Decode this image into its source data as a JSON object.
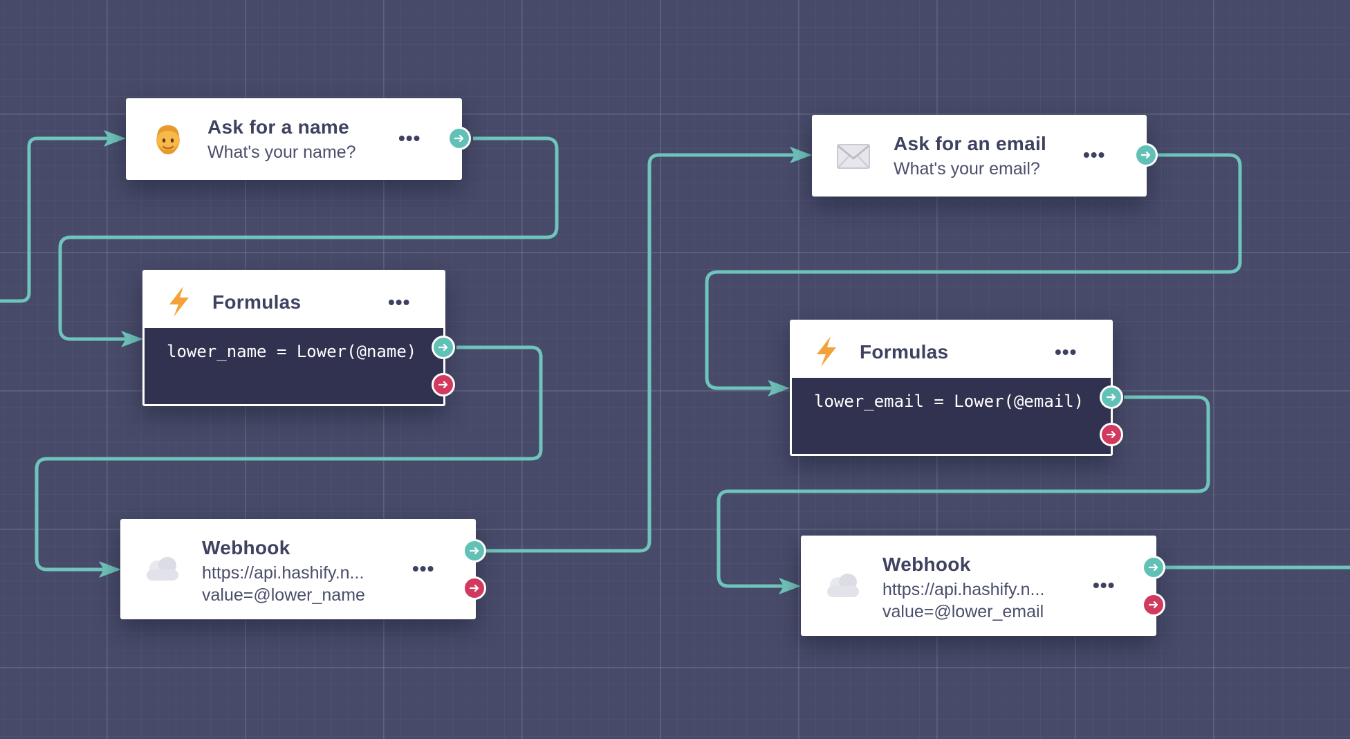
{
  "colors": {
    "canvas": "#474b69",
    "wire": "#6fc4bb",
    "port_success": "#62c1b6",
    "port_error": "#d1395f",
    "code_background": "#30324f",
    "node_background": "#ffffff",
    "formula_icon": "#f5a13a"
  },
  "nodes": {
    "ask_name": {
      "icon": "person-emoji-icon",
      "title": "Ask for a name",
      "subtitle": "What's your name?",
      "more": "•••"
    },
    "formula_name": {
      "icon": "lightning-bolt-icon",
      "title": "Formulas",
      "code": "lower_name = Lower(@name)",
      "more": "•••"
    },
    "webhook_name": {
      "icon": "cloud-icon",
      "title": "Webhook",
      "url": "https://api.hashify.n...",
      "value": "value=@lower_name",
      "more": "•••"
    },
    "ask_email": {
      "icon": "envelope-icon",
      "title": "Ask for an email",
      "subtitle": "What's your email?",
      "more": "•••"
    },
    "formula_email": {
      "icon": "lightning-bolt-icon",
      "title": "Formulas",
      "code": "lower_email = Lower(@email)",
      "more": "•••"
    },
    "webhook_email": {
      "icon": "cloud-icon",
      "title": "Webhook",
      "url": "https://api.hashify.n...",
      "value": "value=@lower_email",
      "more": "•••"
    }
  },
  "ports": {
    "success_icon": "arrow-right-icon",
    "error_icon": "arrow-right-icon"
  }
}
